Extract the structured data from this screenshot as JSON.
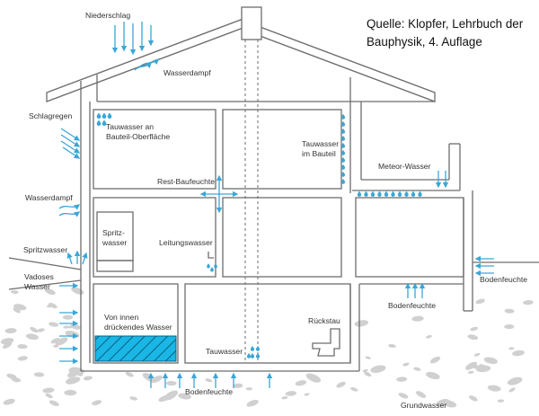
{
  "source_note": {
    "line1": "Quelle: Klopfer, Lehrbuch der",
    "line2": "Bauphysik, 4. Auflage"
  },
  "labels": {
    "niederschlag": "Niederschlag",
    "wasserdampf_roof": "Wasserdampf",
    "schlagregen": "Schlagregen",
    "tauwasser_oberflaeche_1": "Tauwasser an",
    "tauwasser_oberflaeche_2": "Bauteil-Oberfläche",
    "tauwasser_bauteil_1": "Tauwasser",
    "tauwasser_bauteil_2": "im Bauteil",
    "meteor_wasser": "Meteor-Wasser",
    "rest_baufeuchte": "Rest-Baufeuchte",
    "wasserdampf_wall": "Wasserdampf",
    "spritzwasser_bath_1": "Spritz-",
    "spritzwasser_bath_2": "wasser",
    "leitungswasser": "Leitungswasser",
    "spritzwasser_outside": "Spritzwasser",
    "vadoses_wasser_1": "Vadoses",
    "vadoses_wasser_2": "Wasser",
    "bodenfeuchte_right": "Bodenfeuchte",
    "bodenfeuchte_mid": "Bodenfeuchte",
    "bodenfeuchte_bottom": "Bodenfeuchte",
    "von_innen_1": "Von innen",
    "von_innen_2": "drückendes Wasser",
    "rueckstau": "Rückstau",
    "tauwasser_cellar": "Tauwasser",
    "grundwasser": "Grundwasser"
  },
  "colors": {
    "line": "#6d6d6d",
    "water": "#3aa6d6",
    "pressing_water_fill": "#19b6e6",
    "soil": "#c9c9c9"
  }
}
